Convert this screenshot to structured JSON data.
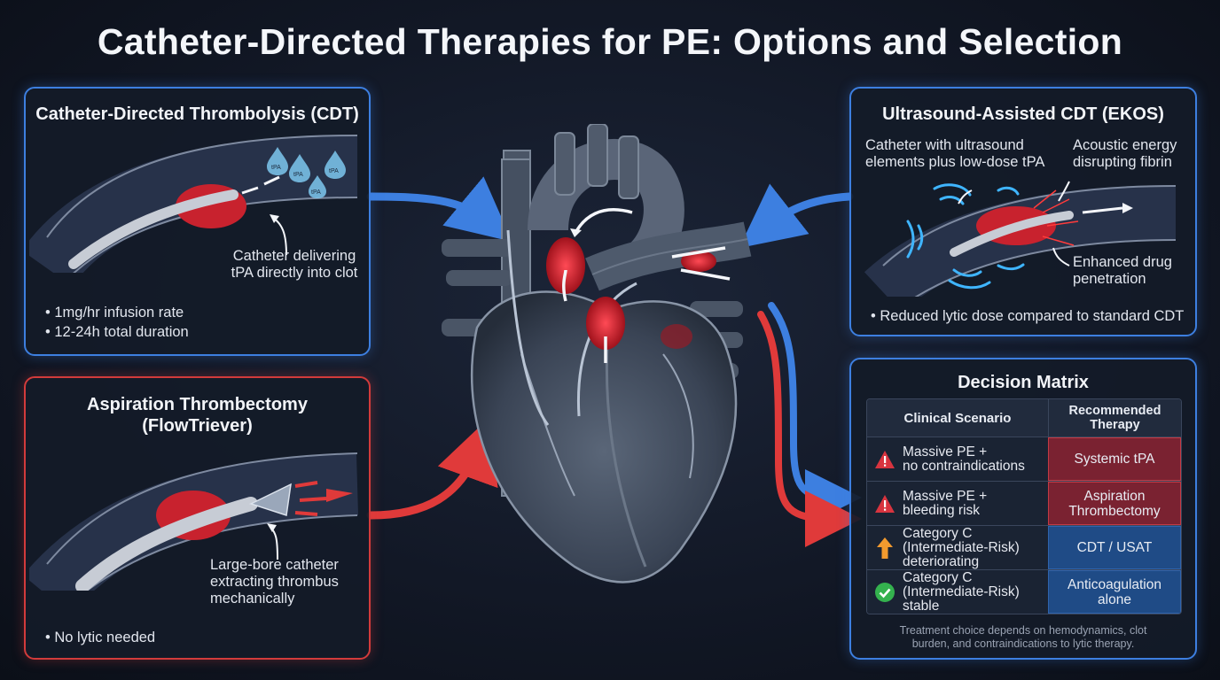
{
  "title": "Catheter-Directed Therapies for PE: Options and Selection",
  "cdt": {
    "title": "Catheter-Directed Thrombolysis (CDT)",
    "callout_line1": "Catheter delivering",
    "callout_line2": "tPA directly into clot",
    "droplet_labels": [
      "tPA",
      "tPA",
      "tPA",
      "tPA"
    ],
    "bullets": [
      "1mg/hr infusion rate",
      "12-24h total duration"
    ]
  },
  "asp": {
    "title_line1": "Aspiration Thrombectomy",
    "title_line2": "(FlowTriever)",
    "callout_line1": "Large-bore catheter",
    "callout_line2": "extracting thrombus",
    "callout_line3": "mechanically",
    "bullets": [
      "No lytic needed"
    ]
  },
  "ekos": {
    "title": "Ultrasound-Assisted CDT (EKOS)",
    "callout_left_line1": "Catheter with ultrasound",
    "callout_left_line2": "elements plus low-dose tPA",
    "callout_right_line1": "Acoustic energy",
    "callout_right_line2": "disrupting fibrin",
    "callout_bottom_line1": "Enhanced drug",
    "callout_bottom_line2": "penetration",
    "bullets": [
      "Reduced lytic dose compared to standard CDT"
    ]
  },
  "matrix": {
    "title": "Decision Matrix",
    "header_scenario": "Clinical Scenario",
    "header_therapy_line1": "Recommended",
    "header_therapy_line2": "Therapy",
    "rows": [
      {
        "icon": "warning-icon",
        "scenario_line1": "Massive PE +",
        "scenario_line2": "no contraindications",
        "scenario_line3": "",
        "therapy_line1": "Systemic tPA",
        "therapy_line2": "",
        "color": "#7a2231"
      },
      {
        "icon": "warning-icon",
        "scenario_line1": "Massive PE +",
        "scenario_line2": "bleeding risk",
        "scenario_line3": "",
        "therapy_line1": "Aspiration",
        "therapy_line2": "Thrombectomy",
        "color": "#7a2231"
      },
      {
        "icon": "arrow-up-icon",
        "scenario_line1": "Category C",
        "scenario_line2": "(Intermediate-Risk)",
        "scenario_line3": "deteriorating",
        "therapy_line1": "CDT / USAT",
        "therapy_line2": "",
        "color": "#1f4b86"
      },
      {
        "icon": "check-icon",
        "scenario_line1": "Category C",
        "scenario_line2": "(Intermediate-Risk)",
        "scenario_line3": "stable",
        "therapy_line1": "Anticoagulation",
        "therapy_line2": "alone",
        "color": "#1f4b86"
      }
    ],
    "footnote_line1": "Treatment choice depends on hemodynamics, clot",
    "footnote_line2": "burden, and contraindications to lytic therapy."
  },
  "colors": {
    "accent_blue": "#3d7fe0",
    "accent_red": "#d23b3b",
    "clot_red": "#c8222e",
    "background": "#121826"
  }
}
